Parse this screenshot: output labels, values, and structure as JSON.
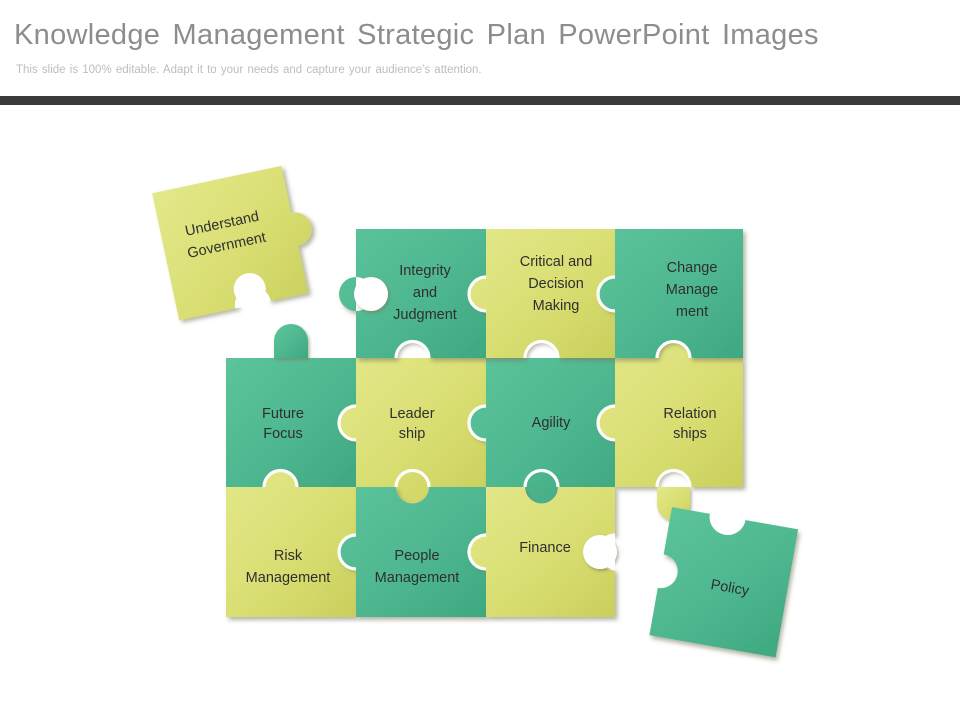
{
  "header": {
    "title": "Knowledge Management Strategic Plan PowerPoint Images",
    "subtitle": "This slide is 100% editable. Adapt it to your needs and capture your audience's attention."
  },
  "colors": {
    "green": "#4eb78f",
    "green_dark": "#3fa57e",
    "yellow": "#d9de72",
    "yellow_dark": "#c9cf5f",
    "text": "#2f2f2f",
    "title": "#8d8d8d",
    "subtitle": "#bdbdbd",
    "rule": "#3a3a3a",
    "knob_stroke": "#ffffff",
    "background": "#ffffff"
  },
  "puzzle": {
    "floating_pieces": [
      {
        "id": "understand-government",
        "label_lines": [
          "Understand",
          "Government"
        ],
        "color": "yellow",
        "rotation_deg": -12,
        "position": "top-left-outside"
      },
      {
        "id": "policy",
        "label_lines": [
          "Policy"
        ],
        "color": "green",
        "rotation_deg": 10,
        "position": "bottom-right-outside"
      }
    ],
    "grid": {
      "rows": 3,
      "row_1": [
        {
          "id": "integrity-and-judgment",
          "label_lines": [
            "Integrity",
            "and",
            "Judgment"
          ],
          "color": "green"
        },
        {
          "id": "critical-and-decision-making",
          "label_lines": [
            "Critical and",
            "Decision",
            "Making"
          ],
          "color": "yellow"
        },
        {
          "id": "change-management",
          "label_lines": [
            "Change",
            "Manage",
            "ment"
          ],
          "color": "green"
        }
      ],
      "row_2": [
        {
          "id": "future-focus",
          "label_lines": [
            "Future",
            "Focus"
          ],
          "color": "green"
        },
        {
          "id": "leadership",
          "label_lines": [
            "Leader",
            "ship"
          ],
          "color": "yellow"
        },
        {
          "id": "agility",
          "label_lines": [
            "Agility"
          ],
          "color": "green"
        },
        {
          "id": "relationships",
          "label_lines": [
            "Relation",
            "ships"
          ],
          "color": "yellow"
        }
      ],
      "row_3": [
        {
          "id": "risk-management",
          "label_lines": [
            "Risk",
            "Management"
          ],
          "color": "yellow"
        },
        {
          "id": "people-management",
          "label_lines": [
            "People",
            "Management"
          ],
          "color": "green"
        },
        {
          "id": "finance",
          "label_lines": [
            "Finance"
          ],
          "color": "yellow"
        }
      ]
    }
  }
}
